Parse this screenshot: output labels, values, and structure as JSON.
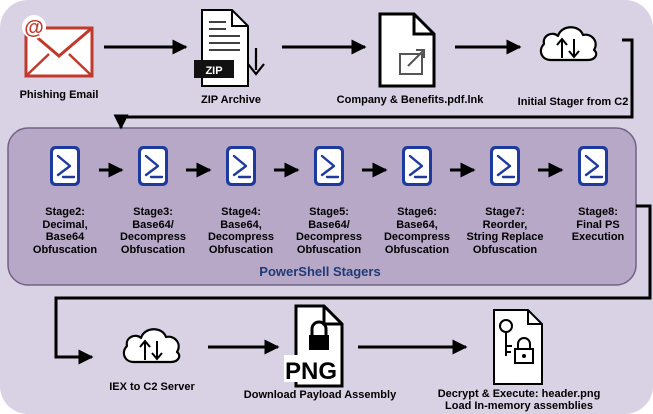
{
  "top_flow": [
    {
      "label": "Phishing Email",
      "icon": "envelope-at-icon"
    },
    {
      "label": "ZIP Archive",
      "icon": "zip-archive-icon",
      "badge": "ZIP"
    },
    {
      "label": "Company & Benefits.pdf.lnk",
      "icon": "shortcut-file-icon"
    },
    {
      "label": "Initial Stager from C2",
      "icon": "cloud-transfer-icon"
    }
  ],
  "stagers": {
    "title": "PowerShell Stagers",
    "icon": "powershell-icon",
    "stages": [
      {
        "lines": [
          "Stage2:",
          "Decimal,",
          "Base64",
          "Obfuscation"
        ]
      },
      {
        "lines": [
          "Stage3:",
          "Base64/",
          "Decompress",
          "Obfuscation"
        ]
      },
      {
        "lines": [
          "Stage4:",
          "Base64,",
          "Decompress",
          "Obfuscation"
        ]
      },
      {
        "lines": [
          "Stage5:",
          "Base64/",
          "Decompress",
          "Obfuscation"
        ]
      },
      {
        "lines": [
          "Stage6:",
          "Base64,",
          "Decompress",
          "Obfuscation"
        ]
      },
      {
        "lines": [
          "Stage7:",
          "Reorder,",
          "String Replace",
          "Obfuscation"
        ]
      },
      {
        "lines": [
          "Stage8:",
          "Final PS",
          "Execution"
        ]
      }
    ]
  },
  "bottom_flow": [
    {
      "label": "IEX to C2 Server",
      "icon": "cloud-transfer-icon"
    },
    {
      "label": "Download Payload Assembly",
      "icon": "png-lock-file-icon",
      "badge": "PNG"
    },
    {
      "lines": [
        "Decrypt & Execute: header.png",
        "Load In-memory assemblies"
      ],
      "icon": "key-lock-file-icon"
    }
  ],
  "colors": {
    "background": "#d9d1e4",
    "panel": "#b6a8c6",
    "panel_border": "#6f6486",
    "ps_blue": "#1f3a9e",
    "envelope_red": "#c0392b",
    "title_blue": "#1f3a75",
    "arrow": "#000000"
  }
}
